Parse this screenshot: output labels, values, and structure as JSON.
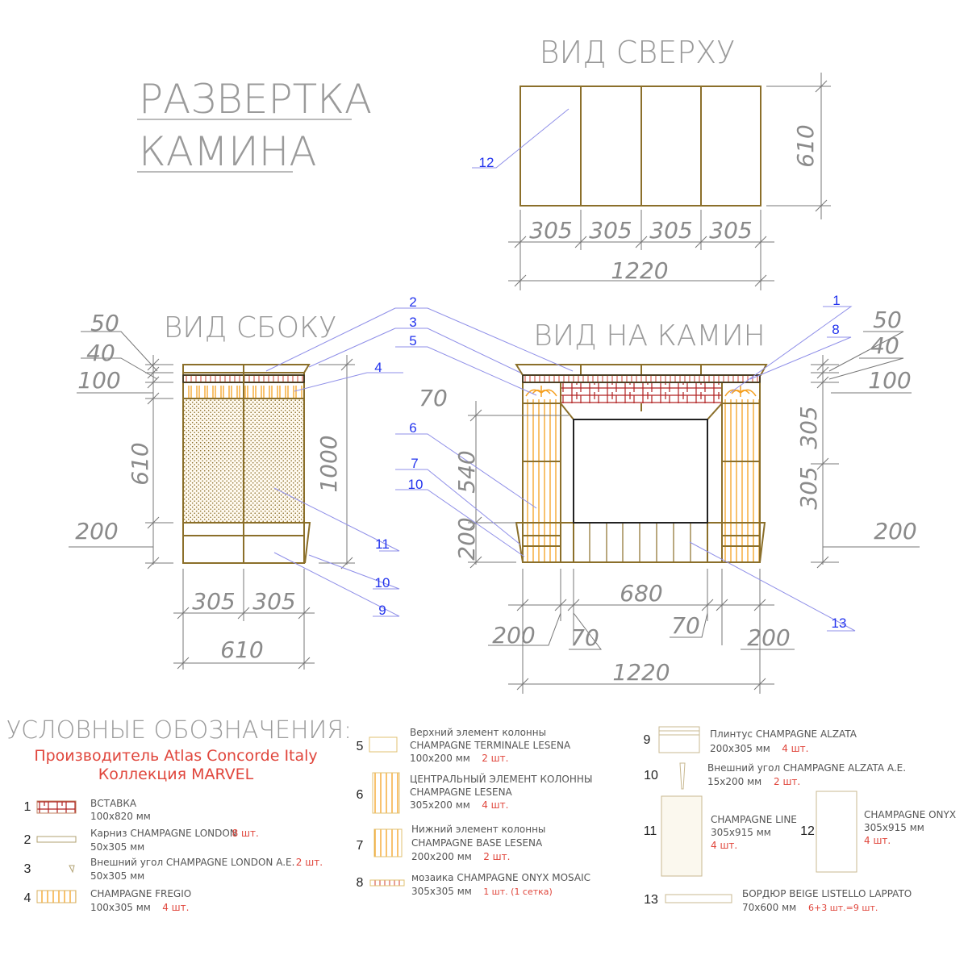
{
  "title": {
    "line1": "РАЗВЕРТКА",
    "line2": "КАМИНА"
  },
  "views": {
    "top": "ВИД СВЕРХУ",
    "side": "ВИД СБОКУ",
    "front": "ВИД НА КАМИН"
  },
  "dims": {
    "top": [
      "305",
      "305",
      "305",
      "305",
      "1220",
      "610"
    ],
    "side": [
      "50",
      "40",
      "100",
      "610",
      "200",
      "1000",
      "305",
      "305",
      "610"
    ],
    "front": [
      "70",
      "540",
      "200",
      "680",
      "200",
      "70",
      "70",
      "200",
      "1220"
    ],
    "right": [
      "50",
      "40",
      "100",
      "305",
      "305",
      "200"
    ]
  },
  "callouts": [
    "1",
    "2",
    "3",
    "4",
    "5",
    "6",
    "7",
    "8",
    "10",
    "11",
    "10",
    "9",
    "13",
    "12"
  ],
  "legend": {
    "title": "УСЛОВНЫЕ ОБОЗНАЧЕНИЯ:",
    "manufacturer": "Производитель Atlas Concorde Italy",
    "collection": "Коллекция MARVEL",
    "items": [
      {
        "num": "1",
        "lines": [
          {
            "text": "ВСТАВКА"
          },
          {
            "text": "100x820  мм"
          }
        ]
      },
      {
        "num": "2",
        "lines": [
          {
            "text": "Карниз CHAMPAGNE LONDON",
            "qty": "8 шт."
          },
          {
            "text": "50x305  мм"
          }
        ]
      },
      {
        "num": "3",
        "lines": [
          {
            "text": "Внешний угол CHAMPAGNE LONDON A.E.",
            "qty": "2 шт."
          },
          {
            "text": "50x305  мм"
          }
        ]
      },
      {
        "num": "4",
        "lines": [
          {
            "text": "CHAMPAGNE FREGIO"
          },
          {
            "text": "100x305  мм",
            "qty": "4 шт."
          }
        ]
      },
      {
        "num": "5",
        "lines": [
          {
            "text": "Верхний элемент колонны"
          },
          {
            "text": "CHAMPAGNE  TERMINALE  LESENA"
          },
          {
            "text": "100x200  мм",
            "qty": "2 шт."
          }
        ]
      },
      {
        "num": "6",
        "lines": [
          {
            "text": "ЦЕНТРАЛЬНЫЙ ЭЛЕМЕНТ КОЛОННЫ"
          },
          {
            "text": "CHAMPAGNE  LESENA"
          },
          {
            "text": "305x200  мм",
            "qty": "4 шт."
          }
        ]
      },
      {
        "num": "7",
        "lines": [
          {
            "text": "Нижний элемент колонны"
          },
          {
            "text": "CHAMPAGNE  BASE  LESENA"
          },
          {
            "text": "200x200  мм",
            "qty": "2 шт."
          }
        ]
      },
      {
        "num": "8",
        "lines": [
          {
            "text": "мозаика CHAMPAGNE  ONYX  MOSAIC"
          },
          {
            "text": "305x305  мм",
            "qty": "1 шт. (1 сетка)"
          }
        ]
      },
      {
        "num": "9",
        "lines": [
          {
            "text": "Плинтус CHAMPAGNE  ALZATA"
          },
          {
            "text": "200x305  мм",
            "qty": "4 шт."
          }
        ]
      },
      {
        "num": "10",
        "lines": [
          {
            "text": "Внешний угол CHAMPAGNE  ALZATA  A.E."
          },
          {
            "text": "15x200  мм",
            "qty": "2 шт."
          }
        ]
      },
      {
        "num": "11",
        "lines": [
          {
            "text": "CHAMPAGNE  LINE"
          },
          {
            "text": "305x915  мм"
          },
          {
            "text": "",
            "qty": "4 шт."
          }
        ]
      },
      {
        "num": "12",
        "lines": [
          {
            "text": "CHAMPAGNE  ONYX"
          },
          {
            "text": "305x915  мм"
          },
          {
            "text": "",
            "qty": "4 шт."
          }
        ]
      },
      {
        "num": "13",
        "lines": [
          {
            "text": "БОРДЮР BEIGE LISTELLO LAPPATO"
          },
          {
            "text": "70x600  мм",
            "qty": "6+3  шт.=9  шт."
          }
        ]
      }
    ]
  },
  "colors": {
    "outline": "#8B6F2A",
    "accent_orange": "#F5A020",
    "mosaic_red": "#C0392B",
    "callout_blue": "#2233EE",
    "qty_red": "#E0463C"
  }
}
